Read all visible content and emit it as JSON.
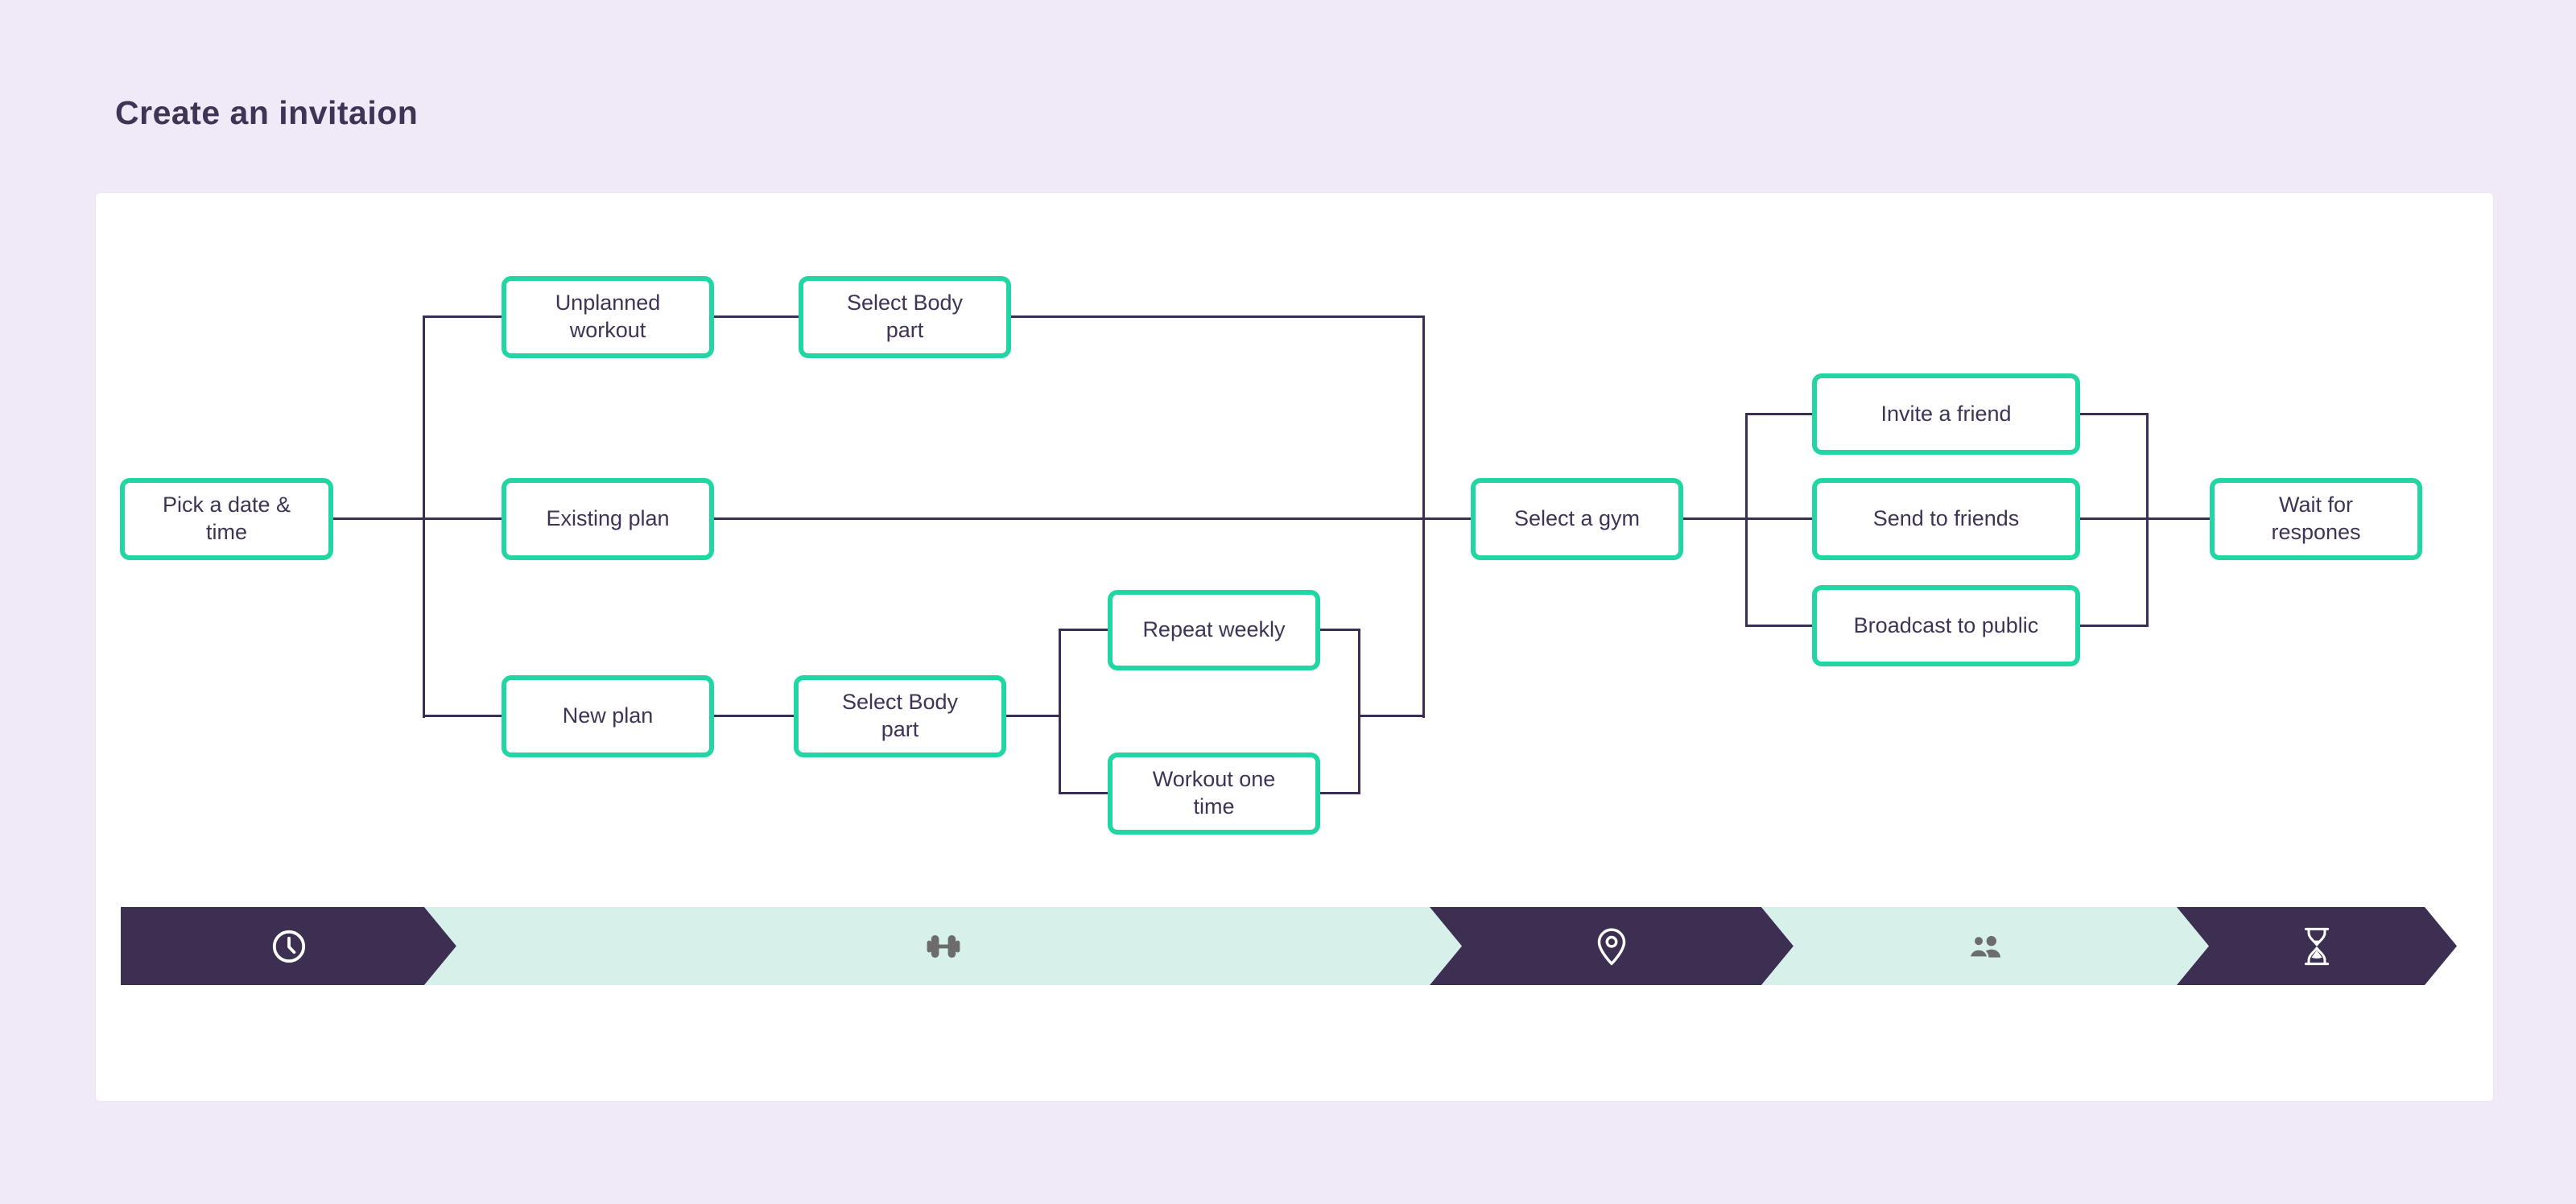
{
  "title": "Create an invitaion",
  "flowchart": {
    "nodes": [
      {
        "id": "pick-date-time",
        "label": "Pick a date & time"
      },
      {
        "id": "unplanned-workout",
        "label": "Unplanned workout"
      },
      {
        "id": "select-body-part-top",
        "label": "Select Body part"
      },
      {
        "id": "existing-plan",
        "label": "Existing plan"
      },
      {
        "id": "new-plan",
        "label": "New plan"
      },
      {
        "id": "select-body-part-bottom",
        "label": "Select Body part"
      },
      {
        "id": "repeat-weekly",
        "label": "Repeat weekly"
      },
      {
        "id": "workout-one-time",
        "label": "Workout one time"
      },
      {
        "id": "select-a-gym",
        "label": "Select a gym"
      },
      {
        "id": "invite-a-friend",
        "label": "Invite a friend"
      },
      {
        "id": "send-to-friends",
        "label": "Send to friends"
      },
      {
        "id": "broadcast-to-public",
        "label": "Broadcast to public"
      },
      {
        "id": "wait-for-responses",
        "label": "Wait for respones"
      }
    ]
  },
  "timeline": {
    "segments": [
      {
        "icon": "clock-icon",
        "variant": "dark"
      },
      {
        "icon": "dumbbell-icon",
        "variant": "light"
      },
      {
        "icon": "location-pin-icon",
        "variant": "dark"
      },
      {
        "icon": "people-icon",
        "variant": "light"
      },
      {
        "icon": "hourglass-icon",
        "variant": "dark"
      }
    ]
  },
  "colors": {
    "background": "#F0EAF8",
    "card": "#FFFFFF",
    "ink": "#3F3356",
    "connector": "#3A2E55",
    "node_border": "#21D6A2",
    "segment_dark": "#3C2F52",
    "segment_light": "#D7F0EA",
    "icon_white": "#FFFFFF",
    "icon_gray": "#6C6C6C"
  }
}
